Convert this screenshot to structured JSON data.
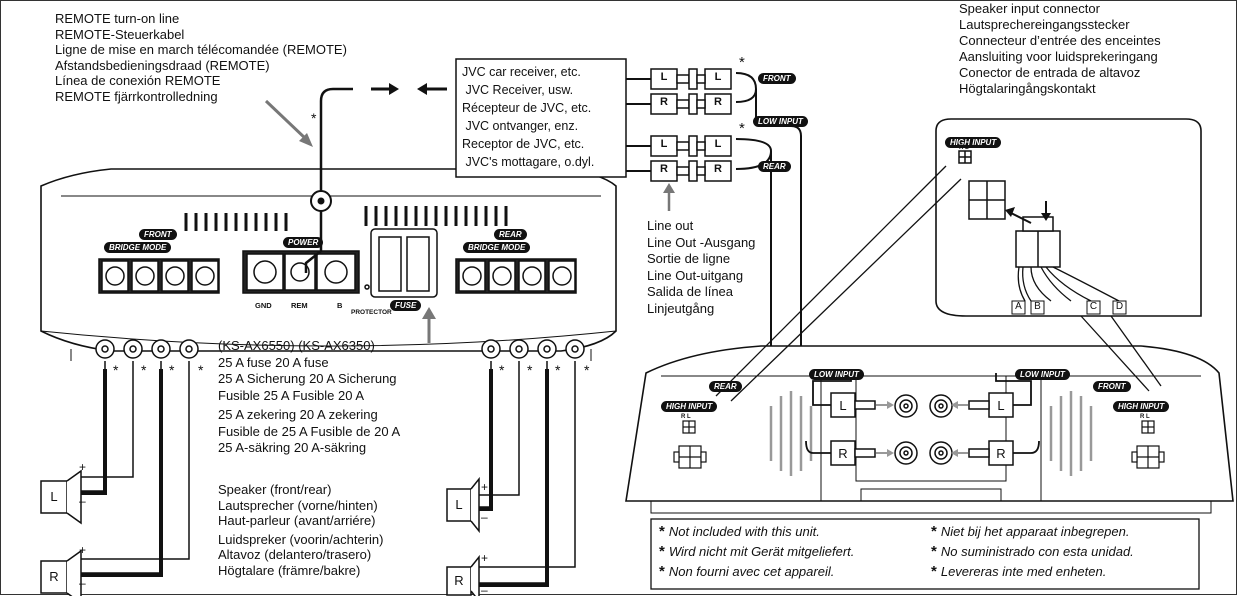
{
  "remote_line": {
    "lines": [
      "REMOTE turn-on line",
      "REMOTE-Steuerkabel",
      "Ligne de mise en march télécomandée (REMOTE)",
      "Afstandsbedieningsdraad (REMOTE)",
      "Línea de conexión REMOTE",
      "REMOTE fjärrkontrolledning"
    ]
  },
  "receiver_box": {
    "lines": [
      "JVC car receiver, etc.",
      " JVC Receiver, usw.",
      "Récepteur de JVC, etc.",
      " JVC ontvanger, enz.",
      "Receptor de JVC, etc.",
      " JVC's mottagare, o.dyl."
    ]
  },
  "speaker_input": {
    "lines": [
      "Speaker input connector",
      "Lautsprechereingangsstecker",
      "Connecteur d’entrée des enceintes",
      "Aansluiting voor luidsprekeringang",
      "Conector de entrada de altavoz",
      "Högtalaringångskontakt"
    ]
  },
  "line_out": {
    "lines": [
      "Line out",
      "Line Out -Ausgang",
      "Sortie de ligne",
      "Line Out-uitgang",
      "Salida de línea",
      "Linjeutgång"
    ]
  },
  "fuse_info": {
    "models": "(KS-AX6550) (KS-AX6350)",
    "lines": [
      "25 A fuse 20 A fuse",
      "25 A Sicherung 20 A Sicherung",
      "Fusible 25 A Fusible 20 A",
      "25 A zekering 20 A zekering",
      "Fusible de 25 A Fusible de 20 A",
      "25 A-säkring 20 A-säkring"
    ]
  },
  "speaker_label": {
    "lines": [
      "Speaker (front/rear)",
      "Lautsprecher (vorne/hinten)",
      "Haut-parleur (avant/arriére)",
      "Luidspreker (voorin/achterin)",
      "Altavoz (delantero/trasero)",
      "Högtalare (främre/bakre)"
    ]
  },
  "footnotes": {
    "left": [
      "Not included with this unit.",
      "Wird nicht mit Gerät mitgeliefert.",
      "Non fourni avec cet appareil."
    ],
    "right": [
      "Niet bij het apparaat inbegrepen.",
      "No suministrado con esta unidad.",
      "Levereras inte med enheten."
    ],
    "marker": "*"
  },
  "panel_labels": {
    "front": "FRONT",
    "rear": "REAR",
    "bridge_mode": "BRIDGE MODE",
    "power": "POWER",
    "fuse": "FUSE",
    "protector": "PROTECTOR",
    "gnd": "GND",
    "rem": "REM",
    "b": "B",
    "low_input": "LOW INPUT",
    "high_input": "HIGH INPUT",
    "rl": "R L"
  },
  "connector_letters": [
    "L",
    "R"
  ],
  "wire_letters": [
    "A",
    "B",
    "C",
    "D"
  ],
  "polarity": {
    "plus": "+",
    "minus": "–",
    "l": "L",
    "r": "R"
  },
  "asterisk": "*"
}
